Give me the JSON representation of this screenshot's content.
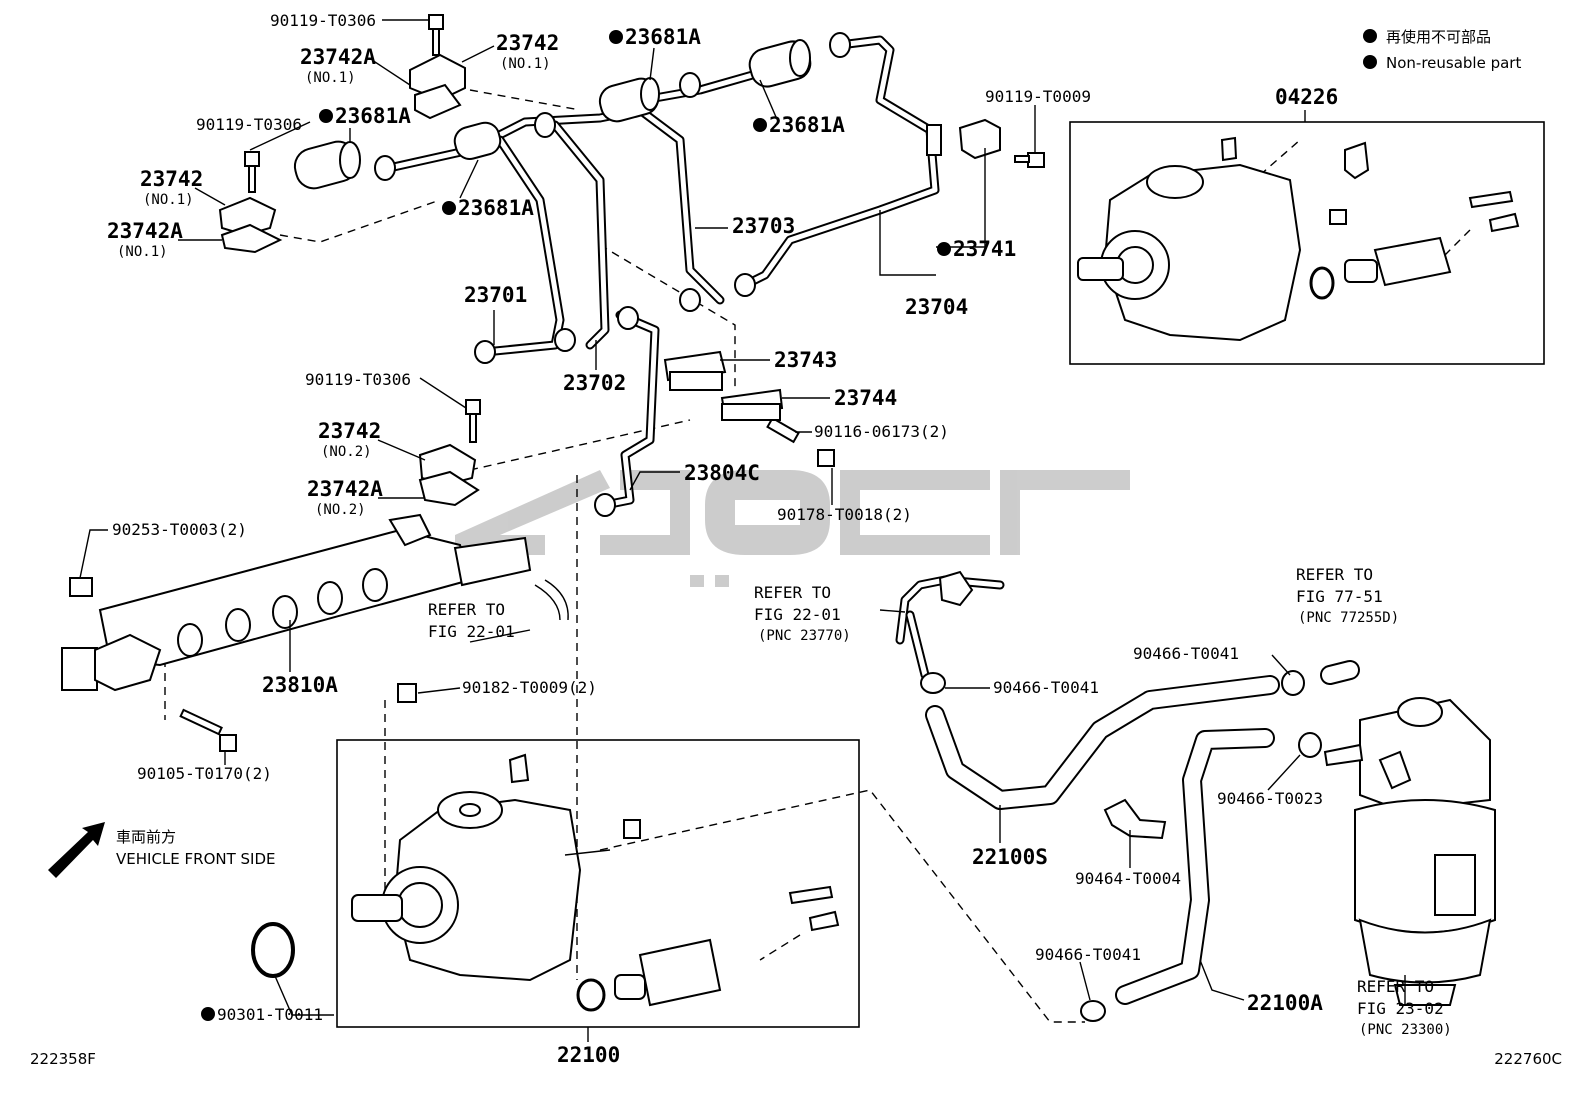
{
  "legend": {
    "ja": "再使用不可部品",
    "en": "Non-reusable part"
  },
  "vehicle_front": {
    "ja": "車両前方",
    "en": "VEHICLE FRONT SIDE"
  },
  "corner_codes": {
    "left": "222358F",
    "right": "222760C"
  },
  "parts": {
    "p1": "90119-T0306",
    "p2": "23742A",
    "p2s": "(NO.1)",
    "p3": "23742",
    "p3s": "(NO.1)",
    "p4": "23681A",
    "p5": "90119-T0306",
    "p6": "23681A",
    "p7": "23681A",
    "p8": "23742",
    "p8s": "(NO.1)",
    "p9": "23742A",
    "p9s": "(NO.1)",
    "p10": "23681A",
    "p11": "23703",
    "p12": "90119-T0009",
    "p13": "23741",
    "p14": "23704",
    "p15": "04226",
    "p16": "23701",
    "p17": "23702",
    "p18": "23743",
    "p19": "23744",
    "p20": "90119-T0306",
    "p21": "90116-06173(2)",
    "p22": "23742",
    "p22s": "(NO.2)",
    "p23": "23804C",
    "p24": "23742A",
    "p24s": "(NO.2)",
    "p25": "90178-T0018(2)",
    "p26": "90253-T0003(2)",
    "p27": "23810A",
    "p28": "90182-T0009(2)",
    "p29": "90105-T0170(2)",
    "p30": "90466-T0041",
    "p31": "90466-T0041",
    "p32": "90466-T0023",
    "p33": "22100S",
    "p34": "90464-T0004",
    "p35": "90466-T0041",
    "p36": "22100A",
    "p37": "90301-T0011",
    "p38": "22100"
  },
  "refs": {
    "r1": [
      "REFER TO",
      "FIG 22-01"
    ],
    "r2": [
      "REFER TO",
      "FIG 22-01",
      "(PNC 23770)"
    ],
    "r3": [
      "REFER TO",
      "FIG 77-51",
      "(PNC 77255D)"
    ],
    "r4": [
      "REFER TO",
      "FIG 23-02",
      "(PNC 23300)"
    ]
  }
}
